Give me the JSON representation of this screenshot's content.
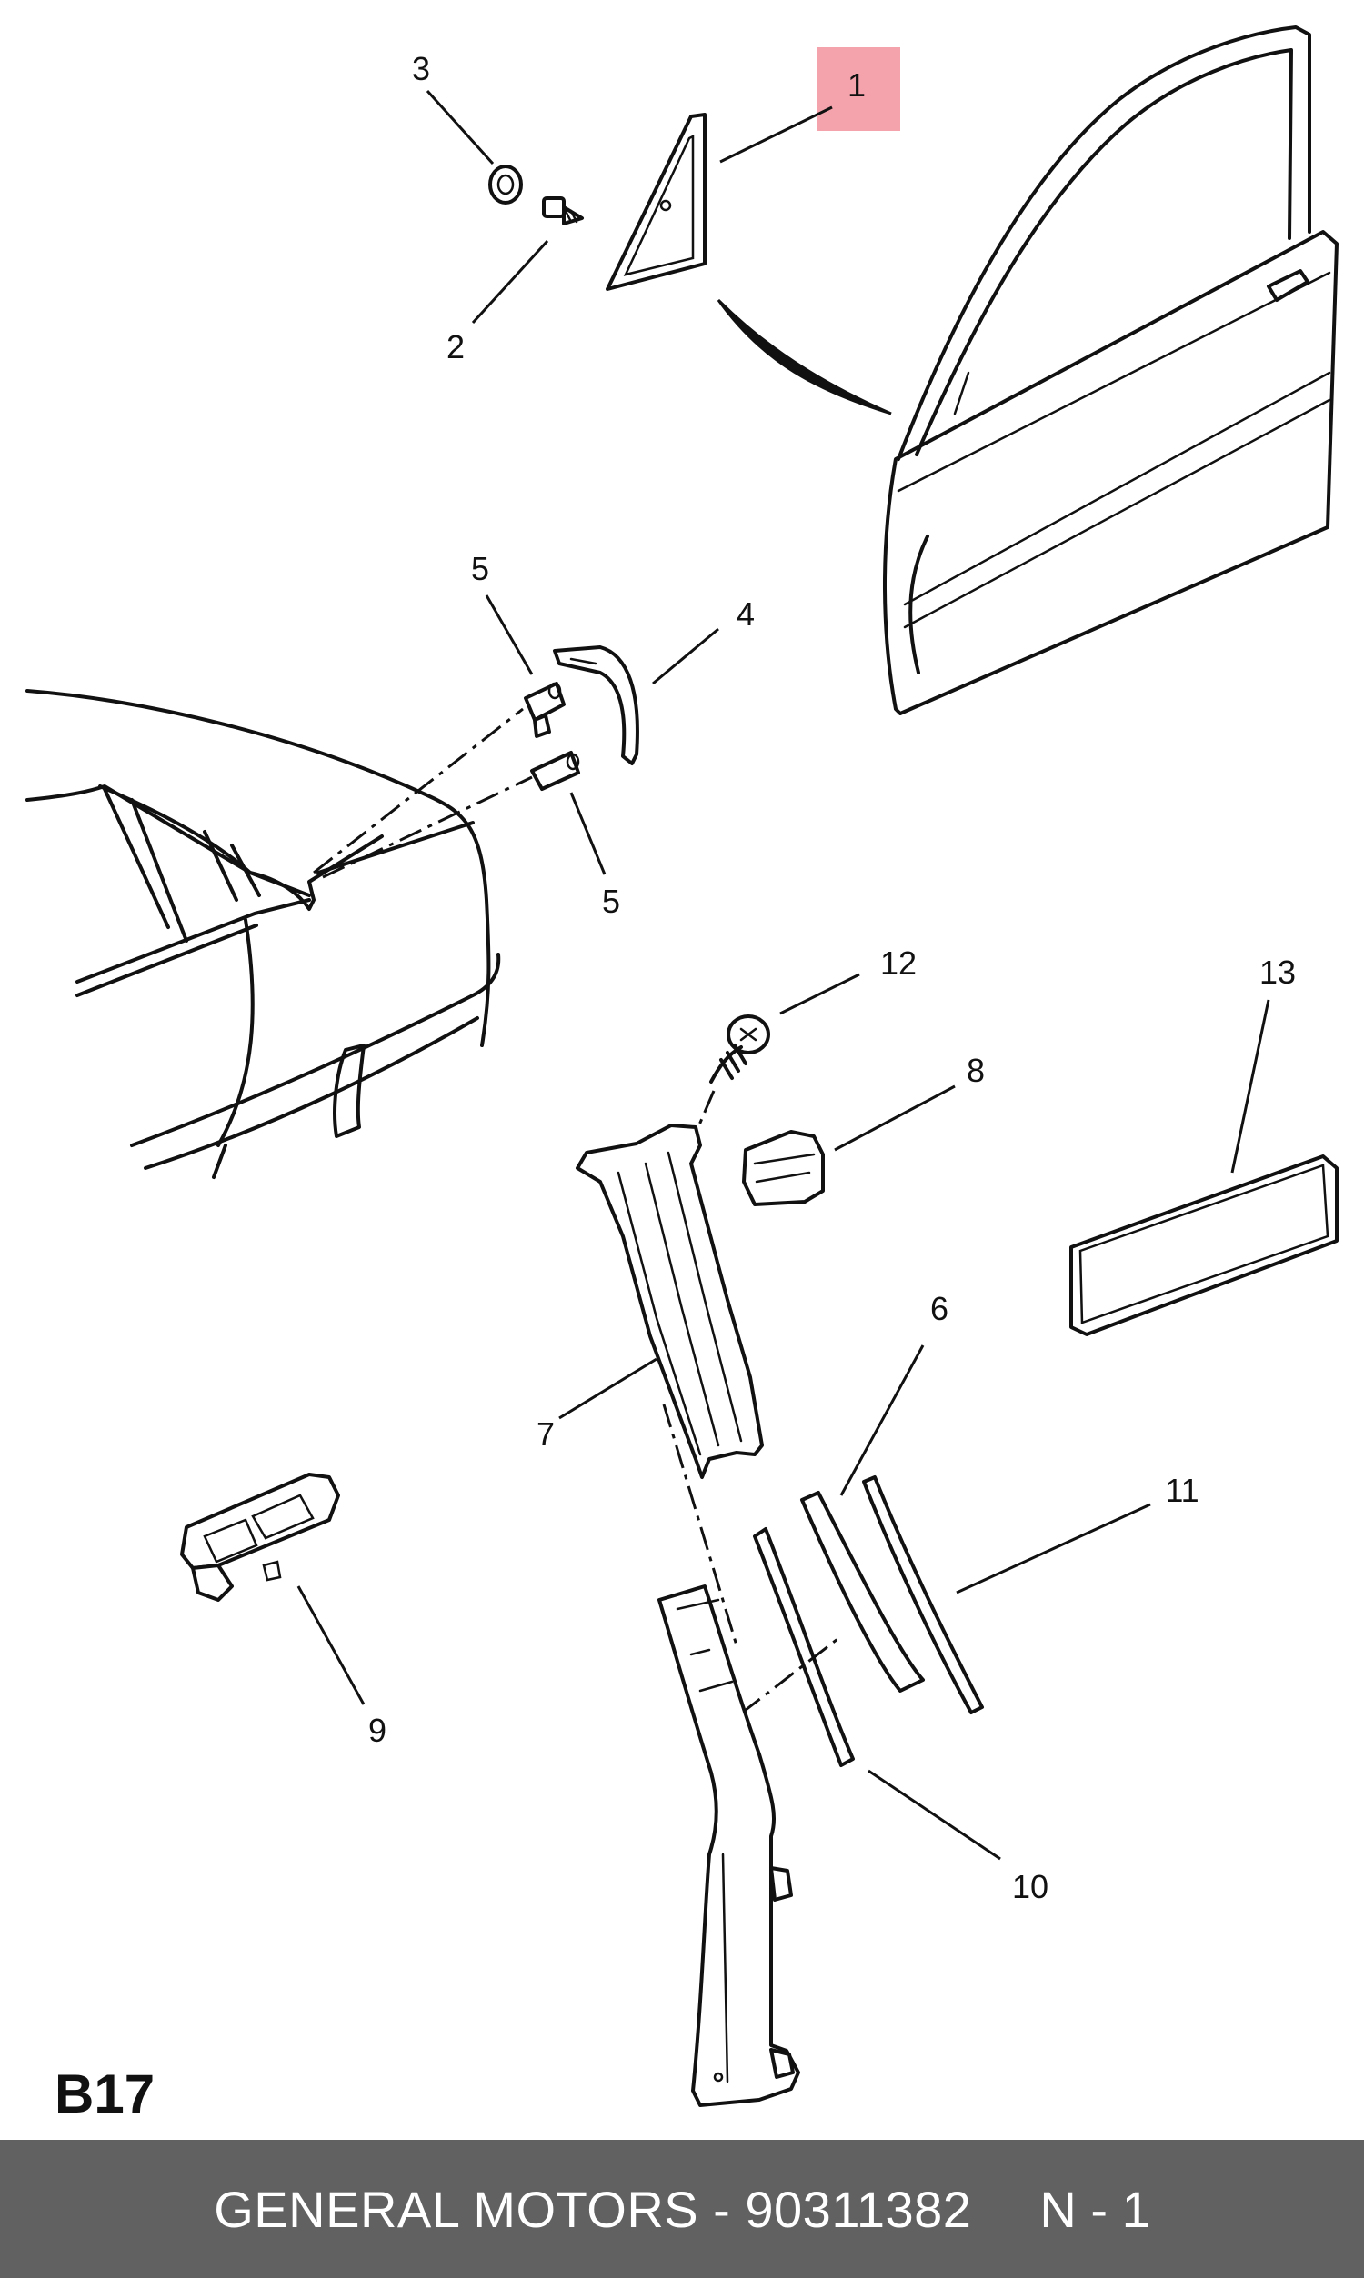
{
  "diagram_code": "B17",
  "highlight_color": "#f4a3ad",
  "footer": {
    "brand_part": "GENERAL MOTORS - 90311382",
    "quantity": "N - 1",
    "background": "#616161"
  },
  "callouts": {
    "c1": "1",
    "c2": "2",
    "c3": "3",
    "c4": "4",
    "c5a": "5",
    "c5b": "5",
    "c6": "6",
    "c7": "7",
    "c8": "8",
    "c9": "9",
    "c10": "10",
    "c11": "11",
    "c12": "12",
    "c13": "13"
  }
}
